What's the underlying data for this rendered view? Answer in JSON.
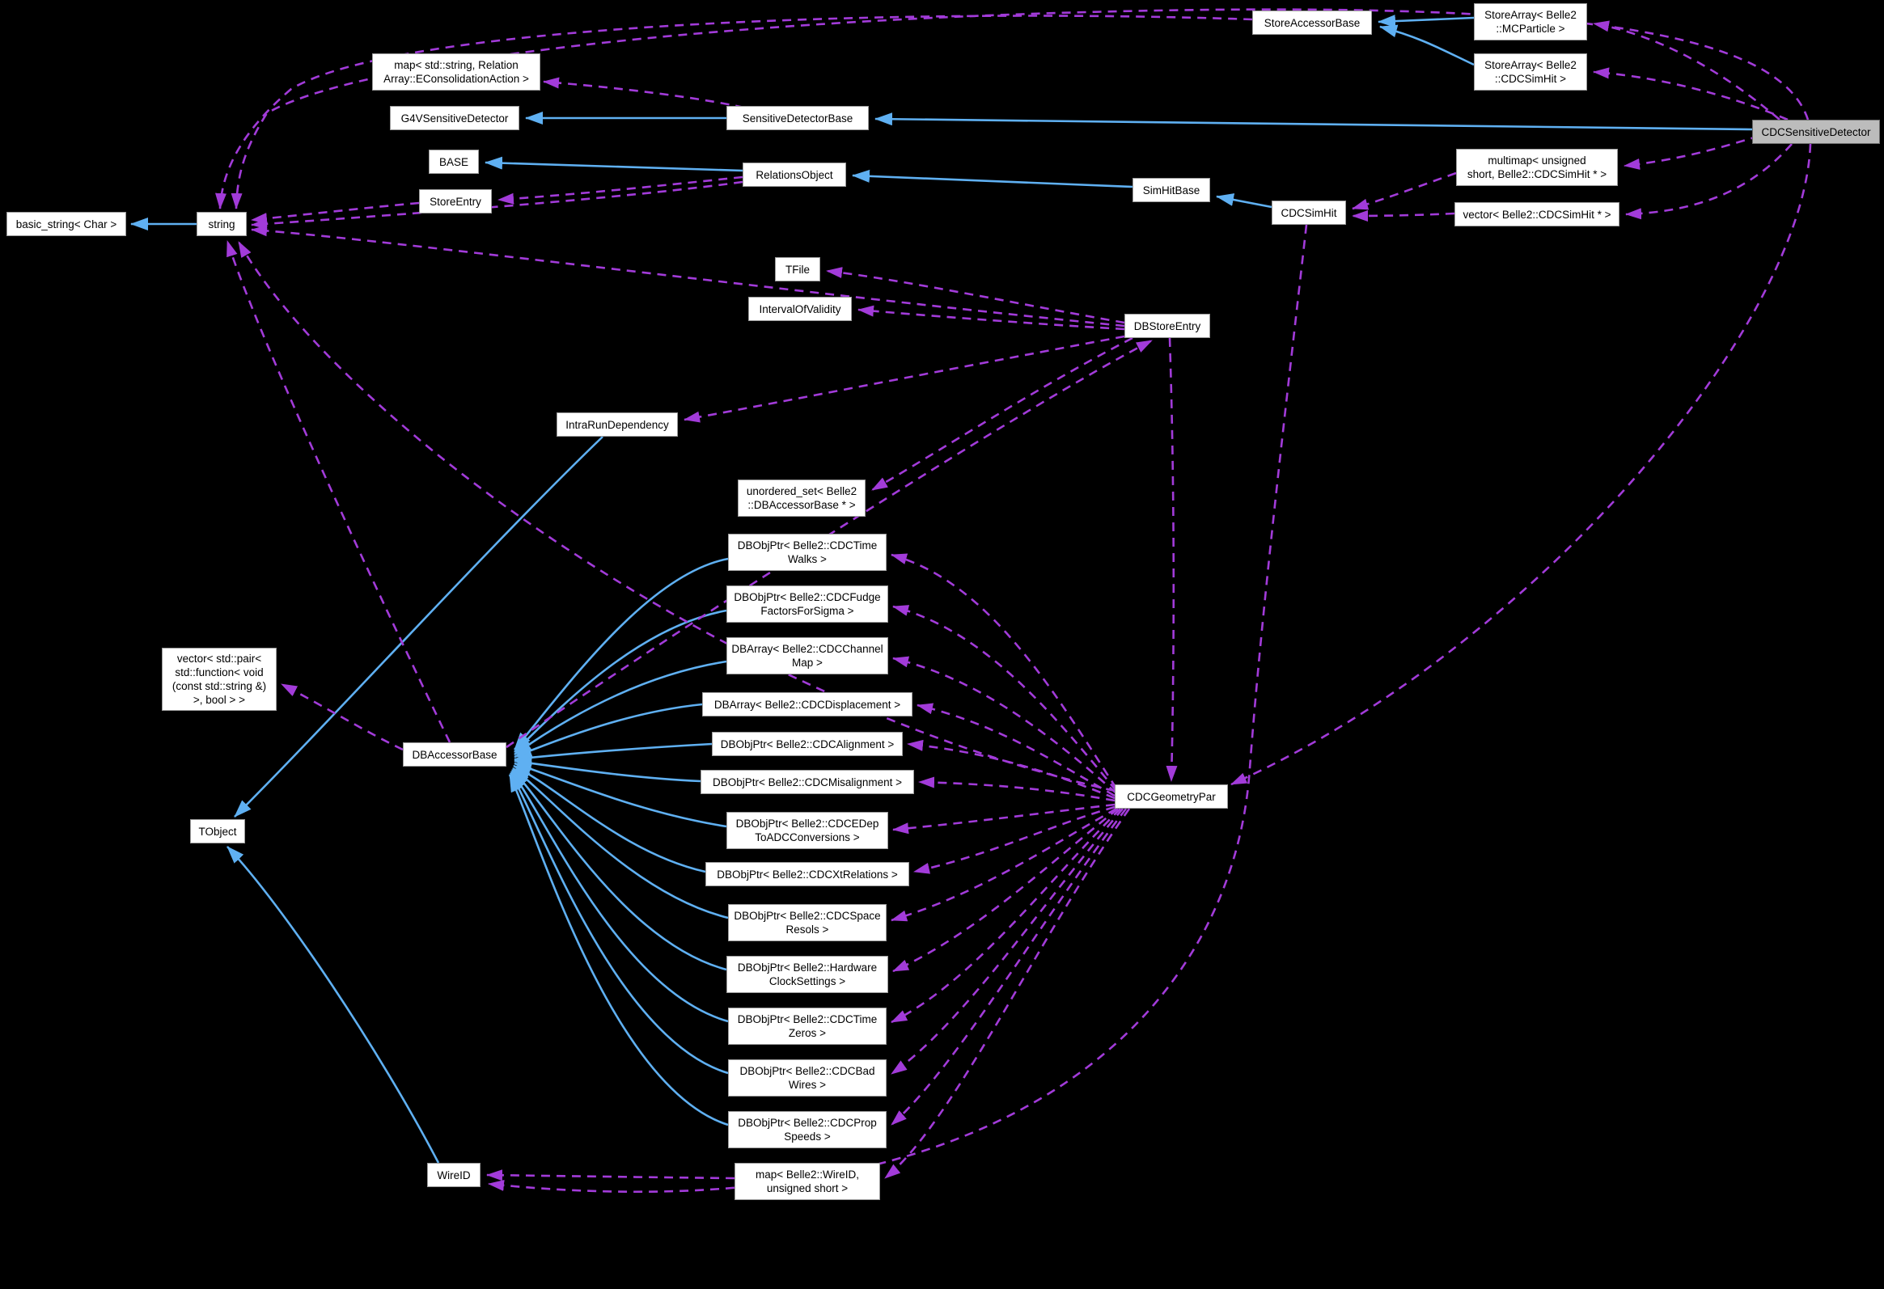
{
  "diagram": {
    "type": "doxygen-collaboration-graph",
    "highlighted_node": "CDCSensitiveDetector",
    "colors": {
      "background": "#000000",
      "node_fill": "#ffffff",
      "node_border": "#9c9c9c",
      "highlight_fill": "#bcbcbc",
      "inheritance_edge": "#5FB0F2",
      "usage_edge": "#A23BD9",
      "text": "#000000"
    },
    "nodes": [
      {
        "id": "basic-string",
        "label": "basic_string< Char >"
      },
      {
        "id": "string",
        "label": "string"
      },
      {
        "id": "map-econsolidation",
        "label": "map< std::string, Relation\nArray::EConsolidationAction >"
      },
      {
        "id": "g4vsensitivedetector",
        "label": "G4VSensitiveDetector"
      },
      {
        "id": "base",
        "label": "BASE"
      },
      {
        "id": "storeentry",
        "label": "StoreEntry"
      },
      {
        "id": "sensitivedetectorbase",
        "label": "SensitiveDetectorBase"
      },
      {
        "id": "relationsobject",
        "label": "RelationsObject"
      },
      {
        "id": "simhitbase",
        "label": "SimHitBase"
      },
      {
        "id": "cdcsimhit",
        "label": "CDCSimHit"
      },
      {
        "id": "storeaccessorbase",
        "label": "StoreAccessorBase"
      },
      {
        "id": "storearray-mcparticle",
        "label": "StoreArray< Belle2\n::MCParticle >"
      },
      {
        "id": "storearray-cdcsimhit",
        "label": "StoreArray< Belle2\n::CDCSimHit >"
      },
      {
        "id": "cdcsensitivedetector",
        "label": "CDCSensitiveDetector"
      },
      {
        "id": "multimap-cdcsimhit",
        "label": "multimap< unsigned\nshort, Belle2::CDCSimHit * >"
      },
      {
        "id": "vector-cdcsimhit",
        "label": "vector< Belle2::CDCSimHit * >"
      },
      {
        "id": "tfile",
        "label": "TFile"
      },
      {
        "id": "intervalofvalidity",
        "label": "IntervalOfValidity"
      },
      {
        "id": "dbstoreentry",
        "label": "DBStoreEntry"
      },
      {
        "id": "intrarundependency",
        "label": "IntraRunDependency"
      },
      {
        "id": "unordered-set",
        "label": "unordered_set< Belle2\n::DBAccessorBase * >"
      },
      {
        "id": "dbobjptr-cdctimewalks",
        "label": "DBObjPtr< Belle2::CDCTime\nWalks >"
      },
      {
        "id": "dbobjptr-cdcfudgefactors",
        "label": "DBObjPtr< Belle2::CDCFudge\nFactorsForSigma >"
      },
      {
        "id": "dbarray-cdcchannelmap",
        "label": "DBArray< Belle2::CDCChannel\nMap >"
      },
      {
        "id": "dbarray-cdcdisplacement",
        "label": "DBArray< Belle2::CDCDisplacement >"
      },
      {
        "id": "dbobjptr-cdcalignment",
        "label": "DBObjPtr< Belle2::CDCAlignment >"
      },
      {
        "id": "dbobjptr-cdcmisalignment",
        "label": "DBObjPtr< Belle2::CDCMisalignment >"
      },
      {
        "id": "dbobjptr-cdcedeptoadc",
        "label": "DBObjPtr< Belle2::CDCEDep\nToADCConversions >"
      },
      {
        "id": "dbobjptr-cdcxtrelations",
        "label": "DBObjPtr< Belle2::CDCXtRelations >"
      },
      {
        "id": "dbobjptr-cdcspaceresols",
        "label": "DBObjPtr< Belle2::CDCSpace\nResols >"
      },
      {
        "id": "dbobjptr-hardwareclocksettings",
        "label": "DBObjPtr< Belle2::Hardware\nClockSettings >"
      },
      {
        "id": "dbobjptr-cdctimezeros",
        "label": "DBObjPtr< Belle2::CDCTime\nZeros >"
      },
      {
        "id": "dbobjptr-cdcbadwires",
        "label": "DBObjPtr< Belle2::CDCBad\nWires >"
      },
      {
        "id": "dbobjptr-cdcpropspeeds",
        "label": "DBObjPtr< Belle2::CDCProp\nSpeeds >"
      },
      {
        "id": "map-wireid",
        "label": "map< Belle2::WireID,\nunsigned short >"
      },
      {
        "id": "cdcgeometrypar",
        "label": "CDCGeometryPar"
      },
      {
        "id": "dbaccessorbase",
        "label": "DBAccessorBase"
      },
      {
        "id": "vector-pair-function",
        "label": "vector< std::pair<\nstd::function< void\n(const std::string &)\n>, bool > >"
      },
      {
        "id": "tobject",
        "label": "TObject"
      },
      {
        "id": "wireid",
        "label": "WireID"
      }
    ],
    "edges": [
      {
        "from": "string",
        "to": "basic-string",
        "type": "inheritance"
      },
      {
        "from": "sensitivedetectorbase",
        "to": "g4vsensitivedetector",
        "type": "inheritance"
      },
      {
        "from": "cdcsensitivedetector",
        "to": "sensitivedetectorbase",
        "type": "inheritance"
      },
      {
        "from": "relationsobject",
        "to": "base",
        "type": "inheritance"
      },
      {
        "from": "simhitbase",
        "to": "relationsobject",
        "type": "inheritance"
      },
      {
        "from": "cdcsimhit",
        "to": "simhitbase",
        "type": "inheritance"
      },
      {
        "from": "storearray-mcparticle",
        "to": "storeaccessorbase",
        "type": "inheritance"
      },
      {
        "from": "storearray-cdcsimhit",
        "to": "storeaccessorbase",
        "type": "inheritance"
      },
      {
        "from": "intrarundependency",
        "to": "tobject",
        "type": "inheritance"
      },
      {
        "from": "wireid",
        "to": "tobject",
        "type": "inheritance"
      },
      {
        "from": "dbobjptr-cdctimewalks",
        "to": "dbaccessorbase",
        "type": "inheritance"
      },
      {
        "from": "dbobjptr-cdcfudgefactors",
        "to": "dbaccessorbase",
        "type": "inheritance"
      },
      {
        "from": "dbarray-cdcchannelmap",
        "to": "dbaccessorbase",
        "type": "inheritance"
      },
      {
        "from": "dbarray-cdcdisplacement",
        "to": "dbaccessorbase",
        "type": "inheritance"
      },
      {
        "from": "dbobjptr-cdcalignment",
        "to": "dbaccessorbase",
        "type": "inheritance"
      },
      {
        "from": "dbobjptr-cdcmisalignment",
        "to": "dbaccessorbase",
        "type": "inheritance"
      },
      {
        "from": "dbobjptr-cdcedeptoadc",
        "to": "dbaccessorbase",
        "type": "inheritance"
      },
      {
        "from": "dbobjptr-cdcxtrelations",
        "to": "dbaccessorbase",
        "type": "inheritance"
      },
      {
        "from": "dbobjptr-cdcspaceresols",
        "to": "dbaccessorbase",
        "type": "inheritance"
      },
      {
        "from": "dbobjptr-hardwareclocksettings",
        "to": "dbaccessorbase",
        "type": "inheritance"
      },
      {
        "from": "dbobjptr-cdctimezeros",
        "to": "dbaccessorbase",
        "type": "inheritance"
      },
      {
        "from": "dbobjptr-cdcbadwires",
        "to": "dbaccessorbase",
        "type": "inheritance"
      },
      {
        "from": "dbobjptr-cdcpropspeeds",
        "to": "dbaccessorbase",
        "type": "inheritance"
      },
      {
        "from": "storeaccessorbase",
        "to": "string",
        "type": "usage"
      },
      {
        "from": "cdcsensitivedetector",
        "to": "string",
        "type": "usage"
      },
      {
        "from": "sensitivedetectorbase",
        "to": "map-econsolidation",
        "type": "usage"
      },
      {
        "from": "cdcsensitivedetector",
        "to": "storearray-mcparticle",
        "type": "usage"
      },
      {
        "from": "cdcsensitivedetector",
        "to": "storearray-cdcsimhit",
        "type": "usage"
      },
      {
        "from": "cdcsensitivedetector",
        "to": "multimap-cdcsimhit",
        "type": "usage"
      },
      {
        "from": "cdcsensitivedetector",
        "to": "vector-cdcsimhit",
        "type": "usage"
      },
      {
        "from": "multimap-cdcsimhit",
        "to": "cdcsimhit",
        "type": "usage"
      },
      {
        "from": "vector-cdcsimhit",
        "to": "cdcsimhit",
        "type": "usage"
      },
      {
        "from": "storeentry",
        "to": "string",
        "type": "usage"
      },
      {
        "from": "relationsobject",
        "to": "storeentry",
        "type": "usage"
      },
      {
        "from": "relationsobject",
        "to": "string",
        "type": "usage"
      },
      {
        "from": "dbstoreentry",
        "to": "tfile",
        "type": "usage"
      },
      {
        "from": "dbstoreentry",
        "to": "intervalofvalidity",
        "type": "usage"
      },
      {
        "from": "dbstoreentry",
        "to": "string",
        "type": "usage"
      },
      {
        "from": "dbstoreentry",
        "to": "intrarundependency",
        "type": "usage"
      },
      {
        "from": "dbstoreentry",
        "to": "unordered-set",
        "type": "usage"
      },
      {
        "from": "dbstoreentry",
        "to": "cdcgeometrypar",
        "type": "usage"
      },
      {
        "from": "dbaccessorbase",
        "to": "dbstoreentry",
        "type": "usage"
      },
      {
        "from": "dbaccessorbase",
        "to": "string",
        "type": "usage"
      },
      {
        "from": "dbaccessorbase",
        "to": "vector-pair-function",
        "type": "usage"
      },
      {
        "from": "cdcgeometrypar",
        "to": "string",
        "type": "usage"
      },
      {
        "from": "cdcgeometrypar",
        "to": "dbobjptr-cdctimewalks",
        "type": "usage"
      },
      {
        "from": "cdcgeometrypar",
        "to": "dbobjptr-cdcfudgefactors",
        "type": "usage"
      },
      {
        "from": "cdcgeometrypar",
        "to": "dbarray-cdcchannelmap",
        "type": "usage"
      },
      {
        "from": "cdcgeometrypar",
        "to": "dbarray-cdcdisplacement",
        "type": "usage"
      },
      {
        "from": "cdcgeometrypar",
        "to": "dbobjptr-cdcalignment",
        "type": "usage"
      },
      {
        "from": "cdcgeometrypar",
        "to": "dbobjptr-cdcmisalignment",
        "type": "usage"
      },
      {
        "from": "cdcgeometrypar",
        "to": "dbobjptr-cdcedeptoadc",
        "type": "usage"
      },
      {
        "from": "cdcgeometrypar",
        "to": "dbobjptr-cdcxtrelations",
        "type": "usage"
      },
      {
        "from": "cdcgeometrypar",
        "to": "dbobjptr-cdcspaceresols",
        "type": "usage"
      },
      {
        "from": "cdcgeometrypar",
        "to": "dbobjptr-hardwareclocksettings",
        "type": "usage"
      },
      {
        "from": "cdcgeometrypar",
        "to": "dbobjptr-cdctimezeros",
        "type": "usage"
      },
      {
        "from": "cdcgeometrypar",
        "to": "dbobjptr-cdcbadwires",
        "type": "usage"
      },
      {
        "from": "cdcgeometrypar",
        "to": "dbobjptr-cdcpropspeeds",
        "type": "usage"
      },
      {
        "from": "cdcgeometrypar",
        "to": "map-wireid",
        "type": "usage"
      },
      {
        "from": "map-wireid",
        "to": "wireid",
        "type": "usage"
      },
      {
        "from": "cdcsimhit",
        "to": "wireid",
        "type": "usage"
      },
      {
        "from": "cdcsensitivedetector",
        "to": "cdcgeometrypar",
        "type": "usage"
      }
    ]
  }
}
